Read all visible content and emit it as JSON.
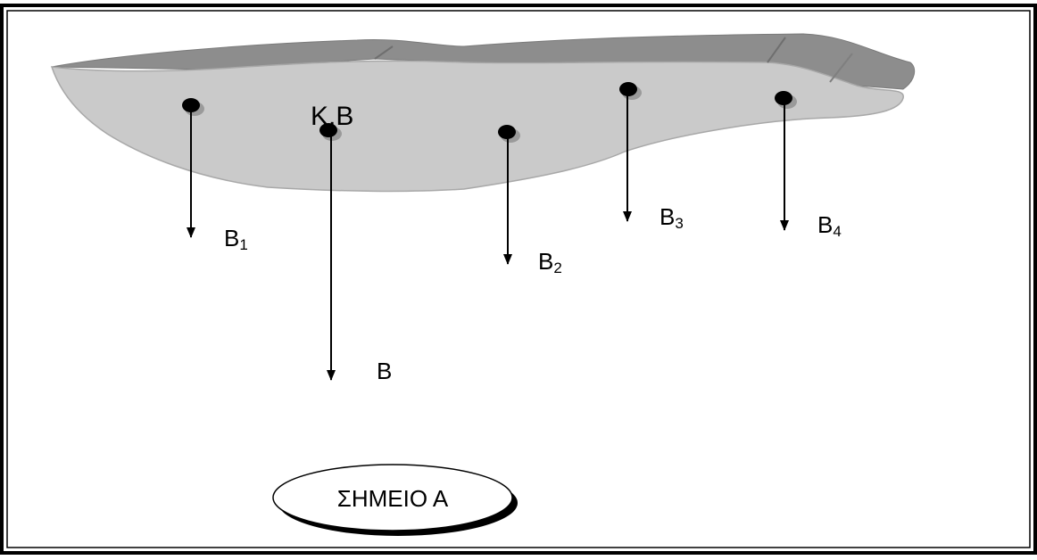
{
  "diagram": {
    "center_label": "K.B",
    "total_force": {
      "base": "B",
      "sub": ""
    },
    "forces": [
      {
        "base": "B",
        "sub": "1"
      },
      {
        "base": "B",
        "sub": "2"
      },
      {
        "base": "B",
        "sub": "3"
      },
      {
        "base": "B",
        "sub": "4"
      }
    ],
    "point_label": "ΣΗΜΕΙΟ Α"
  }
}
